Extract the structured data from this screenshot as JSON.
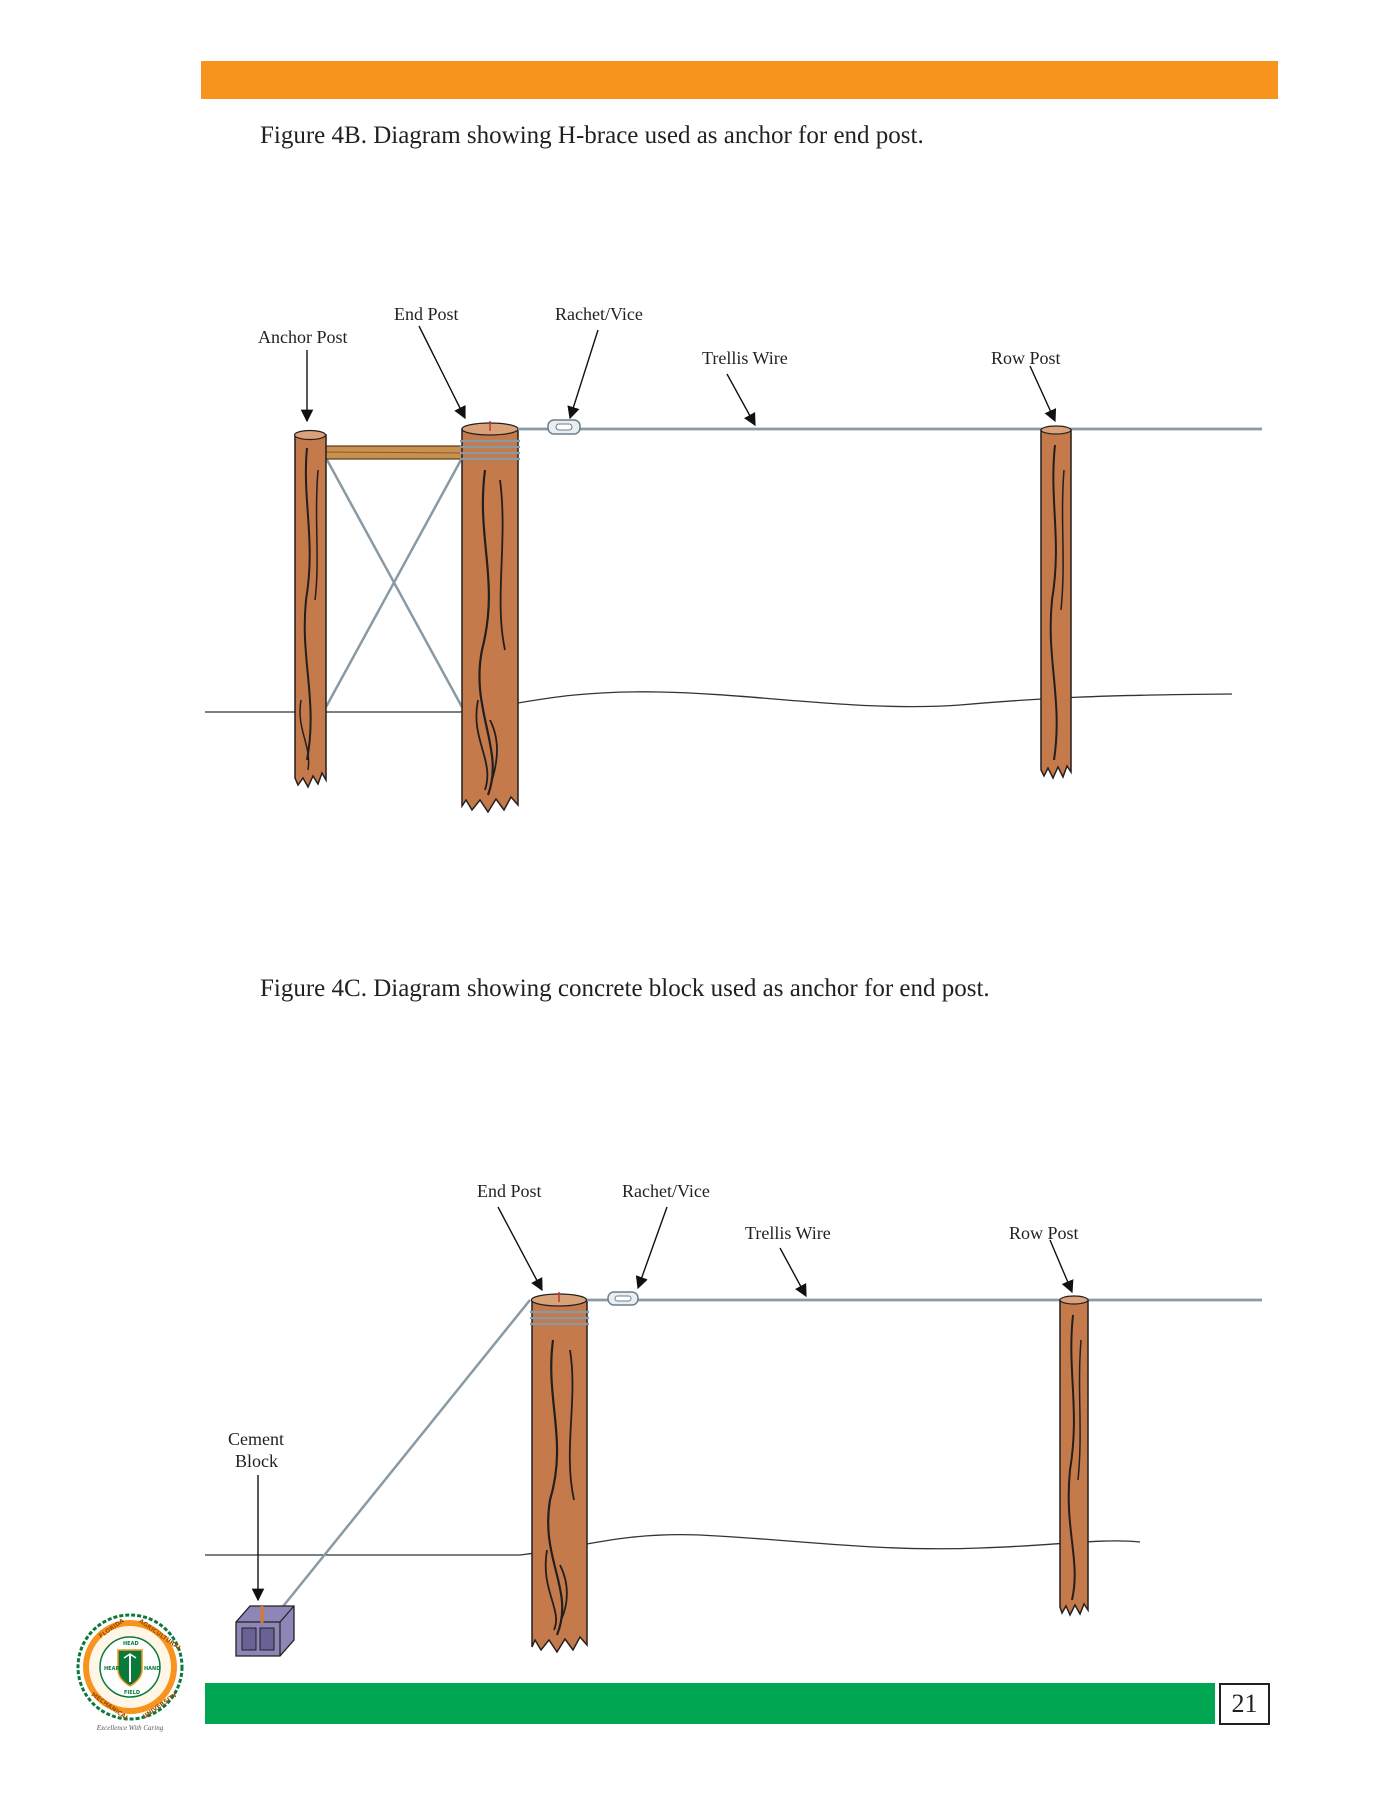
{
  "header": {
    "color": "#f7941d"
  },
  "footer": {
    "color": "#00a651",
    "page_number": "21"
  },
  "figure_4b": {
    "caption": "Figure 4B.  Diagram showing H-brace used as anchor for end post.",
    "labels": {
      "anchor_post": "Anchor Post",
      "end_post": "End Post",
      "rachet_vice": "Rachet/Vice",
      "trellis_wire": "Trellis Wire",
      "row_post": "Row Post"
    }
  },
  "figure_4c": {
    "caption": "Figure 4C.  Diagram showing concrete block used as anchor for end post.",
    "labels": {
      "cement": "Cement",
      "block": "Block",
      "end_post": "End Post",
      "rachet_vice": "Rachet/Vice",
      "trellis_wire": "Trellis Wire",
      "row_post": "Row Post"
    }
  },
  "logo": {
    "seal_text": [
      "FLORIDA",
      "AGRICULTURAL",
      "MECHANICAL",
      "UNIVERSITY",
      "HEAD",
      "HEART",
      "HAND",
      "FIELD"
    ],
    "motto": "Excellence With Caring"
  },
  "colors": {
    "wood": "#c47a4a",
    "wire": "#8a9aa5",
    "block": "#8f86b8"
  }
}
